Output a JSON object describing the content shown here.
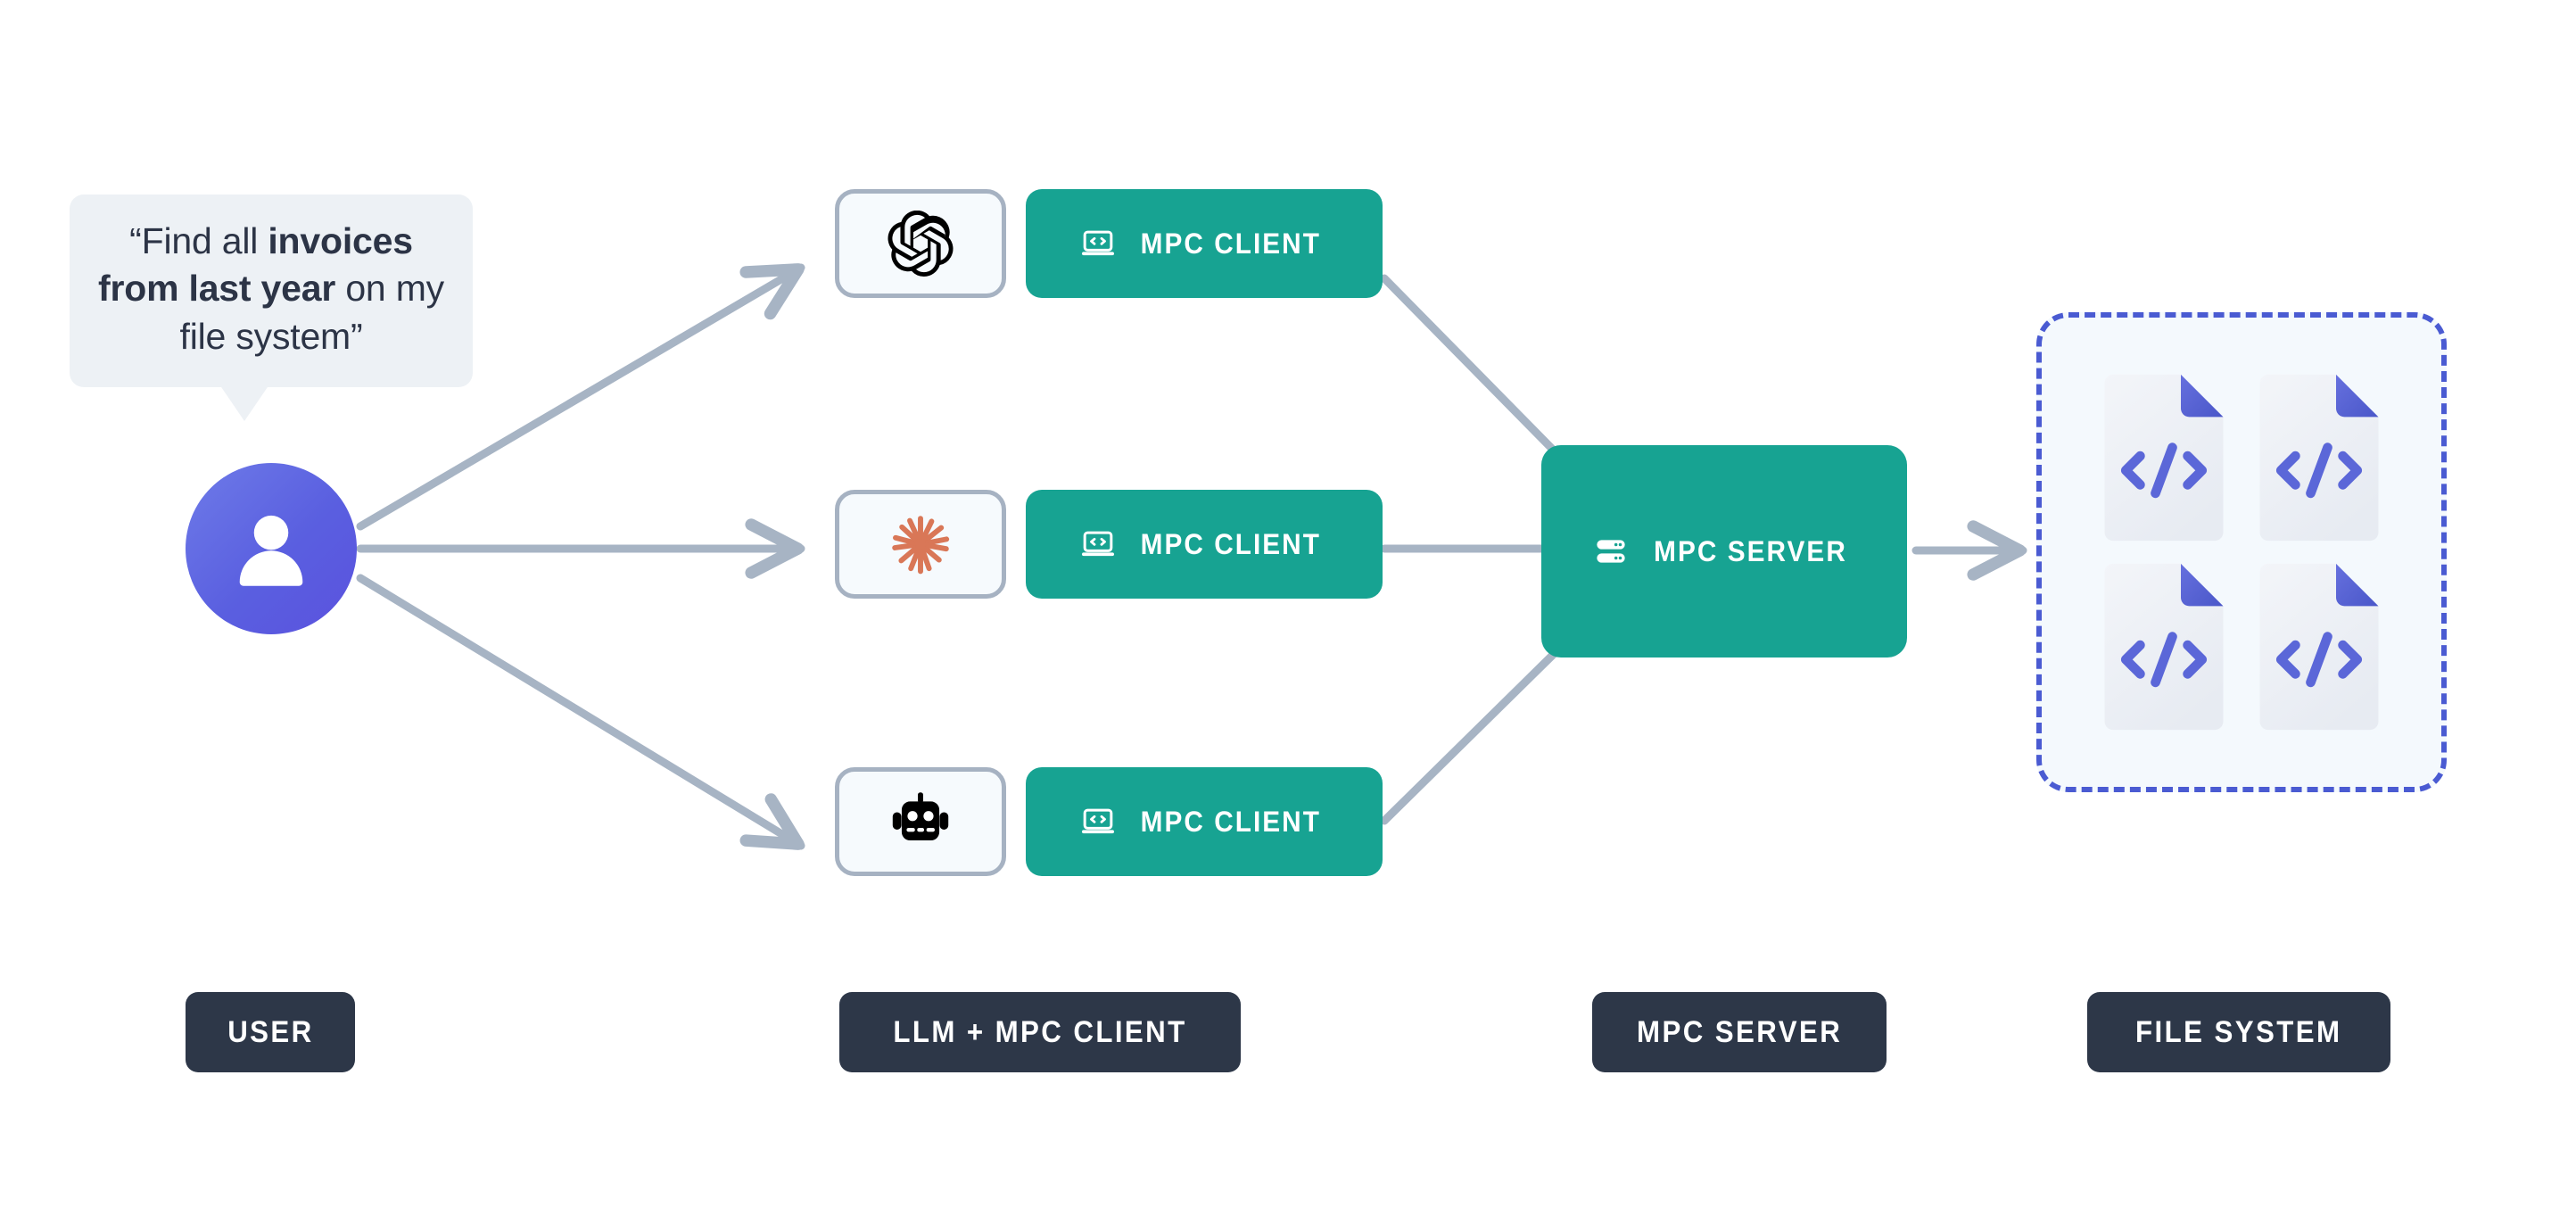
{
  "diagram": {
    "title": "MPC architecture flow",
    "background_color": "#FFFFFF",
    "accent_teal": "#17A392",
    "accent_indigo": "#5B62E0",
    "accent_navy": "#2D3748",
    "connector_color": "#A7B4C4",
    "card_border_color": "#A6B2C2",
    "card_fill_color": "#F6FAFD",
    "bubble_fill_color": "#EDF1F5",
    "filesystem_dash_color": "#4A5BD2",
    "filesystem_fill_color": "#F4F9FD",
    "claude_orange": "#D97757"
  },
  "speech_bubble": {
    "open_quote": "“Find all ",
    "bold_1": "invoices",
    "mid": " ",
    "bold_2": "from last year",
    "tail_text": " on my file system”",
    "full_text": "“Find all invoices from last year on my file system”"
  },
  "user": {
    "avatar_icon": "person-icon",
    "label": "USER"
  },
  "llm_clients": [
    {
      "logo_icon": "openai-logo-icon",
      "logo_name": "OpenAI",
      "client_icon": "laptop-code-icon",
      "client_label": "MPC CLIENT"
    },
    {
      "logo_icon": "claude-logo-icon",
      "logo_name": "Claude",
      "client_icon": "laptop-code-icon",
      "client_label": "MPC CLIENT"
    },
    {
      "logo_icon": "robot-logo-icon",
      "logo_name": "Robot LLM",
      "client_icon": "laptop-code-icon",
      "client_label": "MPC CLIENT"
    }
  ],
  "server": {
    "icon": "server-rack-icon",
    "label": "MPC SERVER"
  },
  "file_system": {
    "file_icon": "code-file-icon",
    "file_count": 4,
    "files": [
      {
        "glyph": "</>"
      },
      {
        "glyph": "</>"
      },
      {
        "glyph": "</>"
      },
      {
        "glyph": "</>"
      }
    ]
  },
  "legend": [
    {
      "label": "USER"
    },
    {
      "label": "LLM + MPC CLIENT"
    },
    {
      "label": "MPC SERVER"
    },
    {
      "label": "FILE SYSTEM"
    }
  ]
}
